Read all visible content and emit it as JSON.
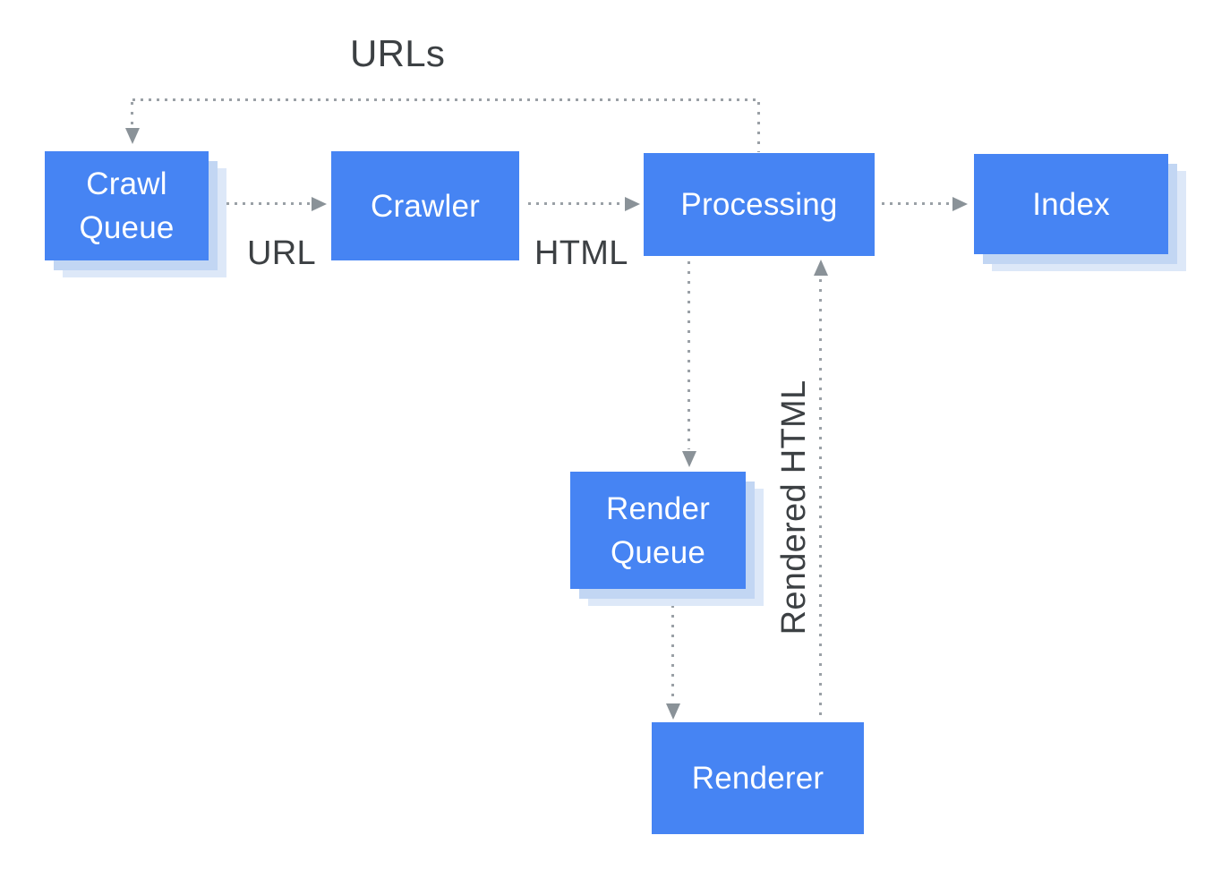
{
  "diagram": {
    "nodes": {
      "crawl_queue": {
        "label": "Crawl Queue"
      },
      "crawler": {
        "label": "Crawler"
      },
      "processing": {
        "label": "Processing"
      },
      "index": {
        "label": "Index"
      },
      "render_queue": {
        "label": "Render Queue"
      },
      "renderer": {
        "label": "Renderer"
      }
    },
    "edge_labels": {
      "urls": "URLs",
      "url": "URL",
      "html": "HTML",
      "rendered_html": "Rendered HTML"
    },
    "edges": [
      {
        "from": "processing",
        "to": "crawl_queue",
        "label": "URLs",
        "style": "dotted"
      },
      {
        "from": "crawl_queue",
        "to": "crawler",
        "label": "URL",
        "style": "dotted"
      },
      {
        "from": "crawler",
        "to": "processing",
        "label": "HTML",
        "style": "dotted"
      },
      {
        "from": "processing",
        "to": "index",
        "label": "",
        "style": "dotted"
      },
      {
        "from": "processing",
        "to": "render_queue",
        "label": "",
        "style": "dotted"
      },
      {
        "from": "render_queue",
        "to": "renderer",
        "label": "",
        "style": "dotted"
      },
      {
        "from": "renderer",
        "to": "processing",
        "label": "Rendered HTML",
        "style": "dotted"
      }
    ]
  },
  "colors": {
    "node-fill": "#4684f3",
    "node-text": "#ffffff",
    "shadow-inner": "#c2d6f3",
    "shadow-outer": "#dde8f8",
    "dot": "#9aa0a6",
    "arrow": "#8a9298",
    "label-text": "#3c4043",
    "background": "#ffffff"
  }
}
